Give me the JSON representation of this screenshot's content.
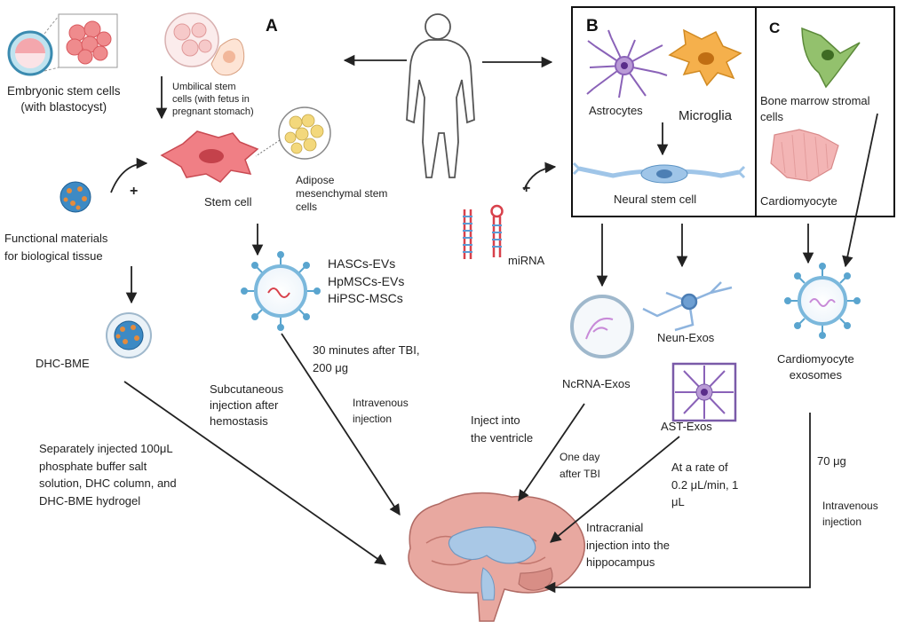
{
  "panels": {
    "a": "A",
    "b": "B",
    "c": "C"
  },
  "labels": {
    "embryonic": "Embryonic stem cells\n(with blastocyst)",
    "umbilical": "Umbilical stem\ncells (with fetus in\npregnant stomach)",
    "stem_cell": "Stem cell",
    "adipose": "Adipose\nmesenchymal stem\ncells",
    "functional": "Functional materials\nfor biological tissue",
    "dhc_bme": "DHC-BME",
    "evs": "HASCs-EVs\nHpMSCs-EVs\nHiPSC-MSCs",
    "timing_tbi": "30 minutes after TBI,\n200 μg",
    "subcut": "Subcutaneous\ninjection after\nhemostasis",
    "intravenous_a": "Intravenous\ninjection",
    "separately": "Separately injected 100μL\nphosphate buffer salt\nsolution, DHC column, and\nDHC-BME hydrogel",
    "astrocytes": "Astrocytes",
    "microglia": "Microglia",
    "neural_stem": "Neural stem cell",
    "mirna": "miRNA",
    "ncrna": "NcRNA-Exos",
    "neun": "Neun-Exos",
    "ast": "AST-Exos",
    "inject_ventricle": "Inject into\nthe ventricle",
    "one_day": "One day\nafter TBI",
    "rate": "At a rate of\n0.2 μL/min, 1\nμL",
    "intracranial": "Intracranial\ninjection into the\nhippocampus",
    "bone_marrow": "Bone marrow stromal\ncells",
    "cardiomyocyte": "Cardiomyocyte",
    "cardio_exos": "Cardiomyocyte\nexosomes",
    "dose_70": "70 μg",
    "intravenous_c": "Intravenous\ninjection",
    "plus": "+"
  }
}
